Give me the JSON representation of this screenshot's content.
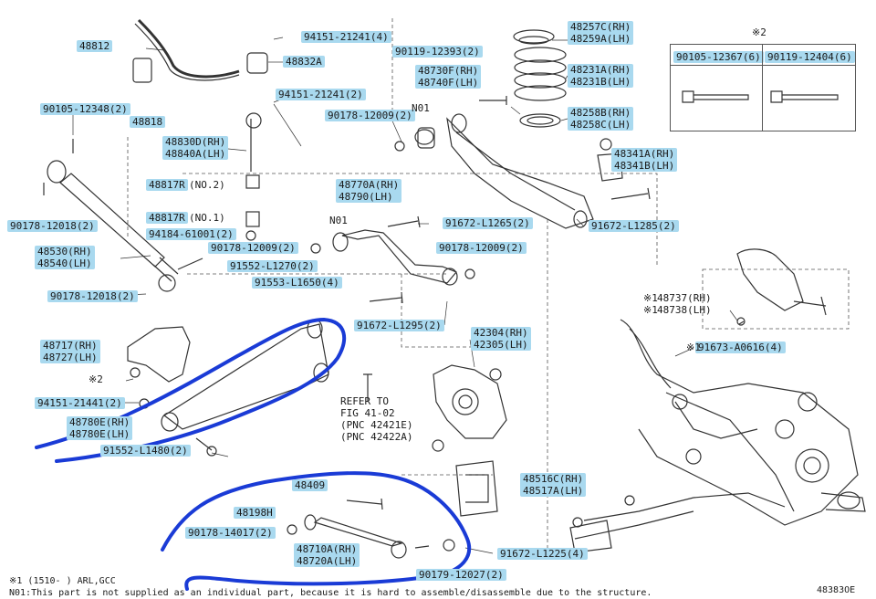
{
  "diagram": {
    "labels": [
      {
        "id": "48812",
        "lines": [
          "48812"
        ]
      },
      {
        "id": "94151-21241-4",
        "lines": [
          "94151-21241(4)"
        ]
      },
      {
        "id": "48832A",
        "lines": [
          "48832A"
        ]
      },
      {
        "id": "90119-12393",
        "lines": [
          "90119-12393(2)"
        ]
      },
      {
        "id": "48257C",
        "lines": [
          "48257C(RH)",
          "48259A(LH)"
        ]
      },
      {
        "id": "48730F",
        "lines": [
          "48730F(RH)",
          "48740F(LH)"
        ]
      },
      {
        "id": "48231A",
        "lines": [
          "48231A(RH)",
          "48231B(LH)"
        ]
      },
      {
        "id": "90105-12348",
        "lines": [
          "90105-12348(2)"
        ]
      },
      {
        "id": "94151-21241-2",
        "lines": [
          "94151-21241(2)"
        ]
      },
      {
        "id": "48818",
        "lines": [
          "48818"
        ]
      },
      {
        "id": "90178-12009-top",
        "lines": [
          "90178-12009(2)"
        ]
      },
      {
        "id": "48258B",
        "lines": [
          "48258B(RH)",
          "48258C(LH)"
        ]
      },
      {
        "id": "48830D",
        "lines": [
          "48830D(RH)",
          "48840A(LH)"
        ]
      },
      {
        "id": "48341A",
        "lines": [
          "48341A(RH)",
          "48341B(LH)"
        ]
      },
      {
        "id": "48817R-no2",
        "lines": [
          "48817R"
        ]
      },
      {
        "id": "48770A",
        "lines": [
          "48770A(RH)",
          "48790(LH)"
        ]
      },
      {
        "id": "48817R-no1",
        "lines": [
          "48817R"
        ]
      },
      {
        "id": "90178-12018-a",
        "lines": [
          "90178-12018(2)"
        ]
      },
      {
        "id": "91672-L1265",
        "lines": [
          "91672-L1265(2)"
        ]
      },
      {
        "id": "91672-L1285",
        "lines": [
          "91672-L1285(2)"
        ]
      },
      {
        "id": "94184-61001",
        "lines": [
          "94184-61001(2)"
        ]
      },
      {
        "id": "90178-12009-mid",
        "lines": [
          "90178-12009(2)"
        ]
      },
      {
        "id": "90178-12009-right",
        "lines": [
          "90178-12009(2)"
        ]
      },
      {
        "id": "48530",
        "lines": [
          "48530(RH)",
          "48540(LH)"
        ]
      },
      {
        "id": "91552-L1270",
        "lines": [
          "91552-L1270(2)"
        ]
      },
      {
        "id": "91553-L1650",
        "lines": [
          "91553-L1650(4)"
        ]
      },
      {
        "id": "90178-12018-b",
        "lines": [
          "90178-12018(2)"
        ]
      },
      {
        "id": "91672-L1295",
        "lines": [
          "91672-L1295(2)"
        ]
      },
      {
        "id": "48717",
        "lines": [
          "48717(RH)",
          "48727(LH)"
        ]
      },
      {
        "id": "42304",
        "lines": [
          "42304(RH)",
          "42305(LH)"
        ]
      },
      {
        "id": "91673-A0616",
        "lines": [
          "91673-A0616(4)"
        ]
      },
      {
        "id": "94151-21441",
        "lines": [
          "94151-21441(2)"
        ]
      },
      {
        "id": "48780E",
        "lines": [
          "48780E(RH)",
          "48780E(LH)"
        ]
      },
      {
        "id": "91552-L1480",
        "lines": [
          "91552-L1480(2)"
        ]
      },
      {
        "id": "48409",
        "lines": [
          "48409"
        ]
      },
      {
        "id": "48516C",
        "lines": [
          "48516C(RH)",
          "48517A(LH)"
        ]
      },
      {
        "id": "48198H",
        "lines": [
          "48198H"
        ]
      },
      {
        "id": "90178-14017",
        "lines": [
          "90178-14017(2)"
        ]
      },
      {
        "id": "48710A",
        "lines": [
          "48710A(RH)",
          "48720A(LH)"
        ]
      },
      {
        "id": "91672-L1225",
        "lines": [
          "91672-L1225(4)"
        ]
      },
      {
        "id": "90179-12027",
        "lines": [
          "90179-12027(2)"
        ]
      },
      {
        "id": "90105-12367",
        "lines": [
          "90105-12367(6)"
        ]
      },
      {
        "id": "90119-12404",
        "lines": [
          "90119-12404(6)"
        ]
      }
    ],
    "plain_text": {
      "n01_a": "N01",
      "n01_b": "N01",
      "no2": "(NO.2)",
      "no1": "(NO.1)",
      "star2_box": "※2",
      "star2_left": "※2",
      "star1_48737": "※1",
      "star1_48737_lines": [
        "48737(RH)",
        "48738(LH)"
      ],
      "star1_91673": "※1",
      "refer": [
        "REFER TO",
        "FIG 41-02",
        "(PNC 42421E)",
        "(PNC 42422A)"
      ],
      "footnote1": "※1 (1510-    ) ARL,GCC",
      "footnote2": "N01:This part is not supplied as an individual part, because it is hard to assemble/disassemble due to the structure.",
      "figure_code": "48383OE"
    },
    "highlight_color": "#a9d9ef",
    "annotation_color": "#1a3bd6"
  }
}
